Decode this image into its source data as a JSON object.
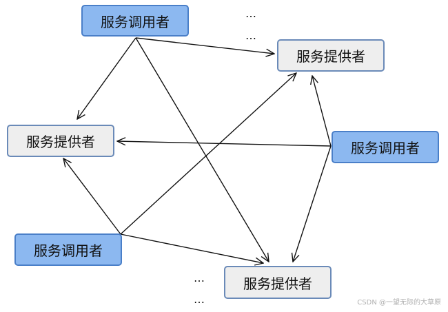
{
  "consumer_label": "服务调用者",
  "provider_label": "服务提供者",
  "ellipsis": "…",
  "watermark": "CSDN @一望无际的大草原",
  "colors": {
    "consumer_fill": "#8cb8f0",
    "consumer_border": "#4a7fc8",
    "provider_fill": "#eeeeee",
    "provider_border": "#6a8ab8",
    "arrow": "#111111"
  }
}
